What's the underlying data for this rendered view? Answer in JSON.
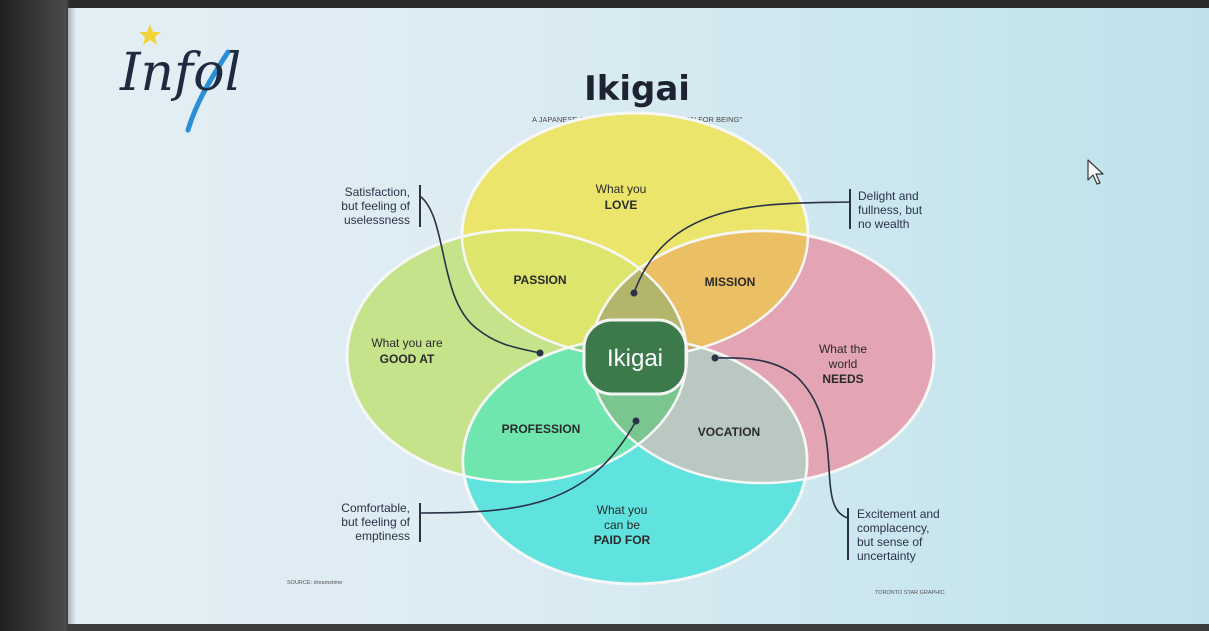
{
  "logo": {
    "text": "Infol"
  },
  "header": {
    "title": "Ikigai",
    "subtitle": "A JAPANESE CONCEPT MEANING \"A REASON FOR BEING\""
  },
  "circles": {
    "love": {
      "line1": "What you",
      "line2": "LOVE",
      "color": "#ede46a"
    },
    "good_at": {
      "line1": "What you are",
      "line2": "GOOD AT",
      "color": "#c6e48a"
    },
    "needs": {
      "line1": "What the",
      "line2": "world",
      "line3": "NEEDS",
      "color": "#e3a3b2"
    },
    "paid_for": {
      "line1": "What you",
      "line2": "can be",
      "line3": "PAID FOR",
      "color": "#5fe4e0"
    }
  },
  "overlaps": {
    "passion": "PASSION",
    "mission": "MISSION",
    "profession": "PROFESSION",
    "vocation": "VOCATION",
    "center": "Ikigai"
  },
  "callouts": {
    "top_left": [
      "Satisfaction,",
      "but feeling of",
      "uselessness"
    ],
    "top_right": [
      "Delight and",
      "fullness, but",
      "no wealth"
    ],
    "bottom_left": [
      "Comfortable,",
      "but feeling of",
      "emptiness"
    ],
    "bottom_right": [
      "Excitement and",
      "complacency,",
      "but sense of",
      "uncertainty"
    ]
  },
  "footer": {
    "source": "SOURCE: dreamstime",
    "credit": "TORONTO STAR GRAPHIC"
  },
  "icons": {
    "cursor": "mouse-pointer-icon",
    "star": "star-icon"
  }
}
